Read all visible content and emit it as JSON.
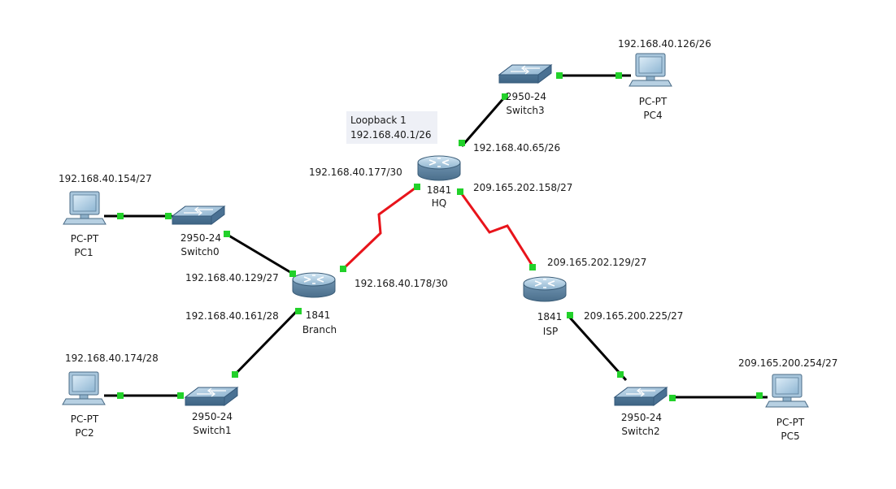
{
  "colors": {
    "ethernet": "#000000",
    "serial": "#e8141b",
    "port": "#22d12a"
  },
  "devices": {
    "hq": {
      "kind": "router",
      "model": "1841",
      "name": "HQ",
      "loopback_title": "Loopback 1",
      "loopback_ip": "192.168.40.1/26"
    },
    "branch": {
      "kind": "router",
      "model": "1841",
      "name": "Branch"
    },
    "isp": {
      "kind": "router",
      "model": "1841",
      "name": "ISP"
    },
    "switch0": {
      "kind": "switch",
      "model": "2950-24",
      "name": "Switch0"
    },
    "switch1": {
      "kind": "switch",
      "model": "2950-24",
      "name": "Switch1"
    },
    "switch2": {
      "kind": "switch",
      "model": "2950-24",
      "name": "Switch2"
    },
    "switch3": {
      "kind": "switch",
      "model": "2950-24",
      "name": "Switch3"
    },
    "pc1": {
      "kind": "pc",
      "model": "PC-PT",
      "name": "PC1",
      "ip": "192.168.40.154/27"
    },
    "pc2": {
      "kind": "pc",
      "model": "PC-PT",
      "name": "PC2",
      "ip": "192.168.40.174/28"
    },
    "pc4": {
      "kind": "pc",
      "model": "PC-PT",
      "name": "PC4",
      "ip": "192.168.40.126/26"
    },
    "pc5": {
      "kind": "pc",
      "model": "PC-PT",
      "name": "PC5",
      "ip": "209.165.200.254/27"
    }
  },
  "interfaces": {
    "hq_to_branch": "192.168.40.177/30",
    "hq_to_switch3": "192.168.40.65/26",
    "hq_to_isp": "209.165.202.158/27",
    "branch_to_switch0": "192.168.40.129/27",
    "branch_to_switch1": "192.168.40.161/28",
    "branch_to_hq": "192.168.40.178/30",
    "isp_to_hq": "209.165.202.129/27",
    "isp_to_switch2": "209.165.200.225/27"
  },
  "links": [
    {
      "from": "pc1",
      "to": "switch0",
      "type": "ethernet"
    },
    {
      "from": "switch0",
      "to": "branch",
      "type": "ethernet"
    },
    {
      "from": "pc2",
      "to": "switch1",
      "type": "ethernet"
    },
    {
      "from": "switch1",
      "to": "branch",
      "type": "ethernet"
    },
    {
      "from": "branch",
      "to": "hq",
      "type": "serial"
    },
    {
      "from": "hq",
      "to": "switch3",
      "type": "ethernet"
    },
    {
      "from": "switch3",
      "to": "pc4",
      "type": "ethernet"
    },
    {
      "from": "hq",
      "to": "isp",
      "type": "serial"
    },
    {
      "from": "isp",
      "to": "switch2",
      "type": "ethernet"
    },
    {
      "from": "switch2",
      "to": "pc5",
      "type": "ethernet"
    }
  ]
}
